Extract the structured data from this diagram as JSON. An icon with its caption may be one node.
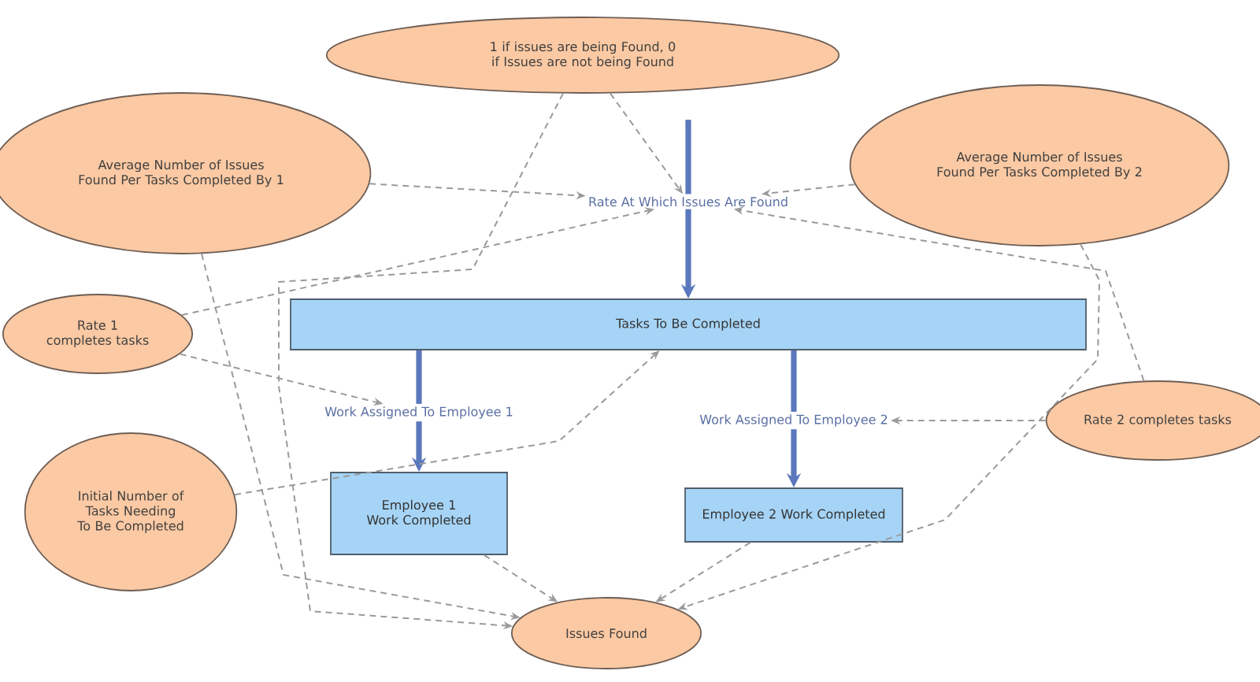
{
  "diagram": {
    "nodes": [
      {
        "text": [
          "1 if issues are being Found, 0 if Issues are not being Found"
        ]
      },
      {
        "text": [
          "Average Number of Issues Found Per Tasks Completed By 1"
        ]
      },
      {
        "text": [
          "Average Number of Issues Found Per Tasks Completed By 2"
        ]
      },
      {
        "text": [
          "Rate At Which Issues Are Found"
        ]
      },
      {
        "text": [
          "Rate 1 completes tasks"
        ]
      },
      {
        "text": [
          "Tasks To Be Completed"
        ]
      },
      {
        "text": [
          "Work Assigned To Employee 1"
        ]
      },
      {
        "text": [
          "Work Assigned To Employee 2"
        ]
      },
      {
        "text": [
          "Rate 2 completes tasks"
        ]
      },
      {
        "text": [
          "Initial Number of Tasks Needing To Be Completed"
        ]
      },
      {
        "text": [
          "Employee 1 Work Completed"
        ]
      },
      {
        "text": [
          "Employee 2 Work Completed"
        ]
      },
      {
        "text": [
          "Issues Found"
        ]
      }
    ],
    "edges": [
      {
        "from": null,
        "to": 3,
        "arrow": "none",
        "style": "thick",
        "color": "#5b78bd"
      },
      {
        "from": 3,
        "to": 5,
        "arrow": "to",
        "style": "thick",
        "color": "#5b78bd"
      },
      {
        "from": 5,
        "to": 6,
        "arrow": "none",
        "style": "thick",
        "color": "#5b78bd"
      },
      {
        "from": 6,
        "to": 10,
        "arrow": "to",
        "style": "thick",
        "color": "#5b78bd"
      },
      {
        "from": 5,
        "to": 7,
        "arrow": "none",
        "style": "thick",
        "color": "#5b78bd"
      },
      {
        "from": 7,
        "to": 11,
        "arrow": "to",
        "style": "thick",
        "color": "#5b78bd"
      },
      {
        "from": 0,
        "to": 3,
        "arrow": "to",
        "style": "dashed"
      },
      {
        "from": 1,
        "to": 3,
        "arrow": "to",
        "style": "dashed"
      },
      {
        "from": 2,
        "to": 3,
        "arrow": "to",
        "style": "dashed"
      },
      {
        "from": 4,
        "to": 3,
        "arrow": "to",
        "style": "dashed"
      },
      {
        "from": 8,
        "to": 3,
        "arrow": "to",
        "style": "dashed"
      },
      {
        "from": 0,
        "to": 12,
        "arrow": "to",
        "style": "dashed"
      },
      {
        "from": 1,
        "to": 12,
        "arrow": "to",
        "style": "dashed"
      },
      {
        "from": 4,
        "to": 6,
        "arrow": "to",
        "style": "dashed"
      },
      {
        "from": 9,
        "to": 5,
        "arrow": "to",
        "style": "dashed"
      },
      {
        "from": 8,
        "to": 7,
        "arrow": "to",
        "style": "dashed"
      },
      {
        "from": 10,
        "to": 12,
        "arrow": "to",
        "style": "dashed"
      },
      {
        "from": 11,
        "to": 12,
        "arrow": "to",
        "style": "dashed"
      },
      {
        "from": 2,
        "to": 12,
        "arrow": "to",
        "style": "dashed"
      }
    ]
  }
}
